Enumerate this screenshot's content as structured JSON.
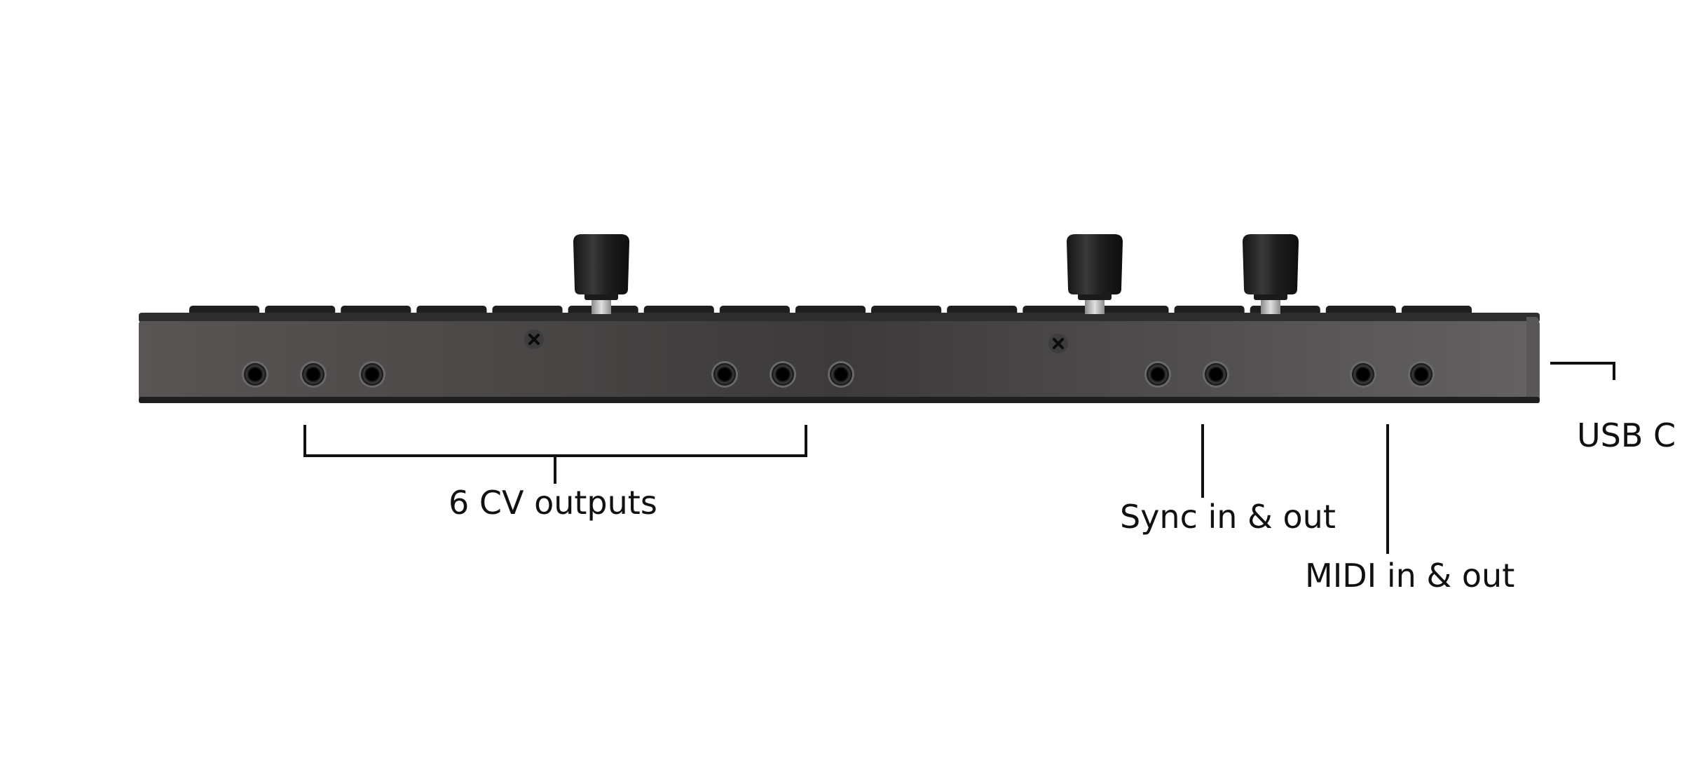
{
  "colors": {
    "background": "#ffffff",
    "body_dark": "#2a2a2a",
    "panel_light": "#5e5c5c",
    "panel_dark": "#3b3939",
    "knob": "#1c1c1c",
    "knob_shaft": "#bdbdbd",
    "jack": "#0d0d0d",
    "callout_line": "#111111",
    "label_text": "#111111"
  },
  "device": {
    "knob_count": 3,
    "key_cap_count": 17,
    "screw_count": 2,
    "jacks": {
      "cv_outputs": 6,
      "sync": 2,
      "midi": 2
    }
  },
  "callouts": {
    "cv_outputs": {
      "label": "6 CV outputs",
      "icon": "bracket-callout"
    },
    "sync": {
      "label": "Sync in & out",
      "icon": "line-callout"
    },
    "midi": {
      "label": "MIDI in & out",
      "icon": "line-callout"
    },
    "usb": {
      "label": "USB C",
      "icon": "hook-callout"
    }
  }
}
